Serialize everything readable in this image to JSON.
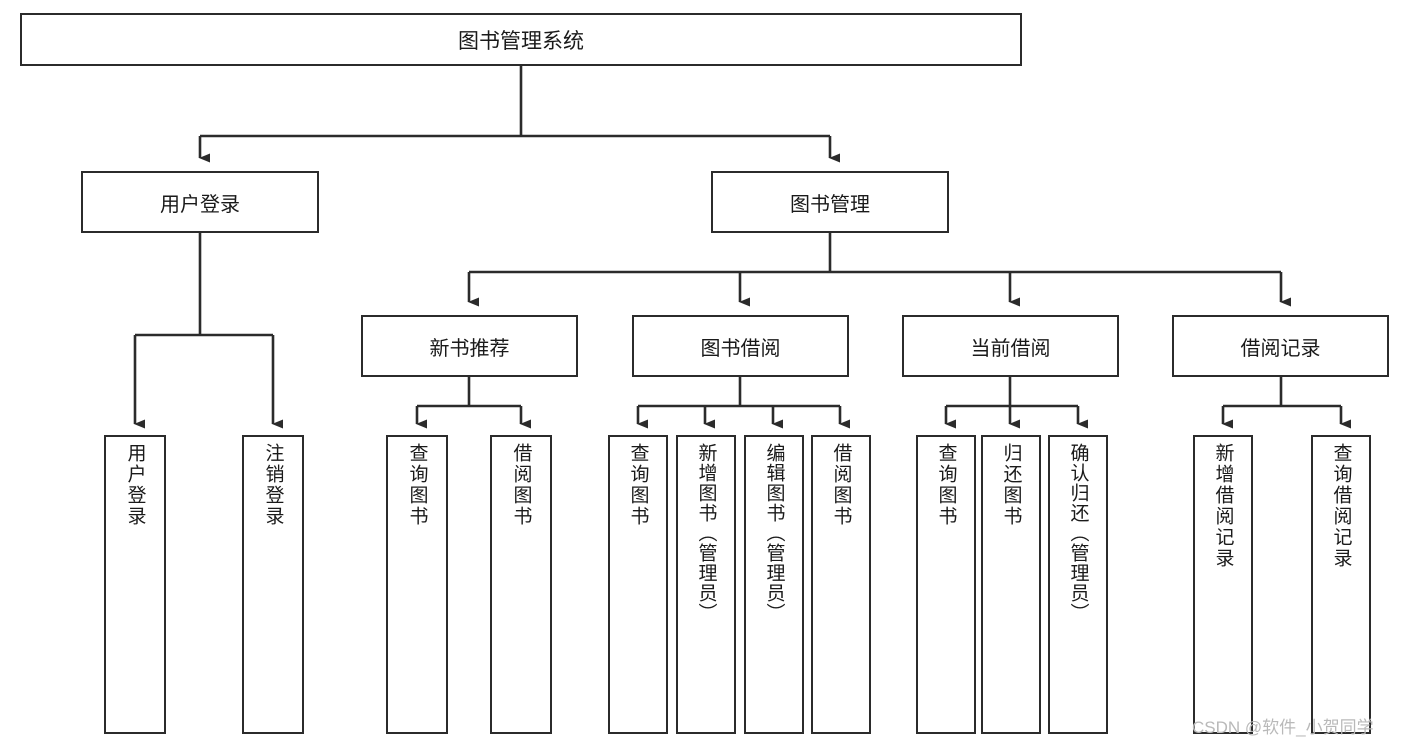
{
  "diagram": {
    "title": "图书管理系统",
    "type": "hierarchy-tree",
    "watermark": "CSDN @软件_小贺同学",
    "colors": {
      "stroke": "#2b2b2b",
      "fill": "#ffffff",
      "text": "#1a1a1a",
      "watermark": "#b9b9b9"
    },
    "levels": {
      "root": {
        "label": "图书管理系统"
      },
      "level2": [
        {
          "id": "user-login",
          "label": "用户登录"
        },
        {
          "id": "book-manage",
          "label": "图书管理"
        }
      ],
      "level3": [
        {
          "id": "new-book-rec",
          "label": "新书推荐",
          "parent": "book-manage"
        },
        {
          "id": "book-borrow",
          "label": "图书借阅",
          "parent": "book-manage"
        },
        {
          "id": "current-borrow",
          "label": "当前借阅",
          "parent": "book-manage"
        },
        {
          "id": "borrow-record",
          "label": "借阅记录",
          "parent": "book-manage"
        }
      ],
      "leaves": [
        {
          "id": "leaf-user-login",
          "label": "用户登录",
          "parent": "user-login"
        },
        {
          "id": "leaf-user-logout",
          "label": "注销登录",
          "parent": "user-login"
        },
        {
          "id": "leaf-query-book-1",
          "label": "查询图书",
          "parent": "new-book-rec"
        },
        {
          "id": "leaf-borrow-book-1",
          "label": "借阅图书",
          "parent": "new-book-rec"
        },
        {
          "id": "leaf-query-book-2",
          "label": "查询图书",
          "parent": "book-borrow"
        },
        {
          "id": "leaf-add-book",
          "label": "新增图书（管理员）",
          "parent": "book-borrow"
        },
        {
          "id": "leaf-edit-book",
          "label": "编辑图书（管理员）",
          "parent": "book-borrow"
        },
        {
          "id": "leaf-borrow-book-2",
          "label": "借阅图书",
          "parent": "book-borrow"
        },
        {
          "id": "leaf-query-book-3",
          "label": "查询图书",
          "parent": "current-borrow"
        },
        {
          "id": "leaf-return-book",
          "label": "归还图书",
          "parent": "current-borrow"
        },
        {
          "id": "leaf-confirm-return",
          "label": "确认归还（管理员）",
          "parent": "current-borrow"
        },
        {
          "id": "leaf-add-record",
          "label": "新增借阅记录",
          "parent": "borrow-record"
        },
        {
          "id": "leaf-query-record",
          "label": "查询借阅记录",
          "parent": "borrow-record"
        }
      ]
    }
  }
}
